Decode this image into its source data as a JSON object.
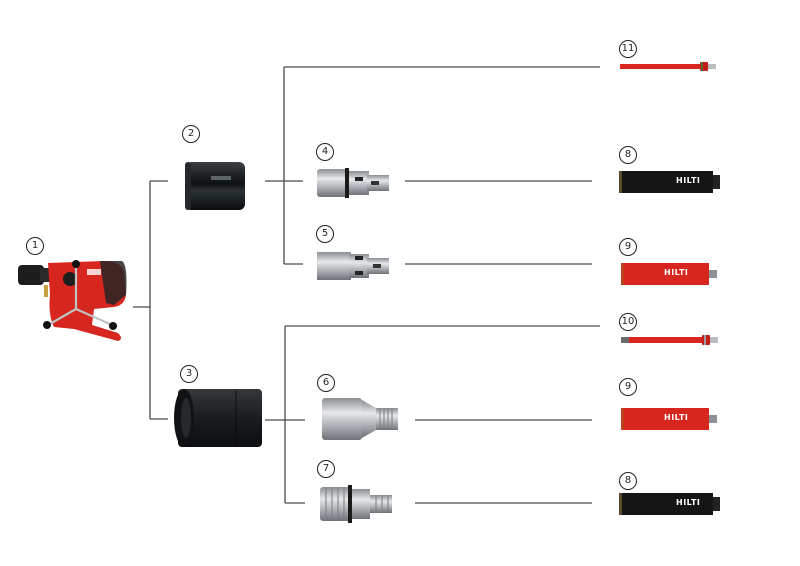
{
  "diagram": {
    "type": "component-compatibility-tree",
    "brand_text": "HILTI",
    "colors": {
      "line": "#444444",
      "brand_red": "#d7261e",
      "bit_black": "#151515",
      "steel": "#b9bcbf",
      "adapter_black": "#1c1f22"
    },
    "nodes": [
      {
        "id": "1",
        "label": "1",
        "kind": "core-drill-motor"
      },
      {
        "id": "2",
        "label": "2",
        "kind": "small-adapter-black"
      },
      {
        "id": "3",
        "label": "3",
        "kind": "large-adapter-black"
      },
      {
        "id": "4",
        "label": "4",
        "kind": "connection-end-with-seal"
      },
      {
        "id": "5",
        "label": "5",
        "kind": "connection-end"
      },
      {
        "id": "6",
        "label": "6",
        "kind": "threaded-connection-end"
      },
      {
        "id": "7",
        "label": "7",
        "kind": "threaded-connection-end-with-seal"
      },
      {
        "id": "8",
        "label": "8",
        "kind": "core-bit-black"
      },
      {
        "id": "9",
        "label": "9",
        "kind": "core-bit-red"
      },
      {
        "id": "10",
        "label": "10",
        "kind": "small-core-bit-red"
      },
      {
        "id": "11",
        "label": "11",
        "kind": "small-core-bit-red"
      }
    ],
    "edges": [
      [
        "1",
        "2"
      ],
      [
        "1",
        "3"
      ],
      [
        "2",
        "11"
      ],
      [
        "2",
        "4"
      ],
      [
        "2",
        "5"
      ],
      [
        "4",
        "8"
      ],
      [
        "5",
        "9"
      ],
      [
        "3",
        "10"
      ],
      [
        "3",
        "6"
      ],
      [
        "3",
        "7"
      ],
      [
        "6",
        "9"
      ],
      [
        "7",
        "8"
      ]
    ]
  }
}
